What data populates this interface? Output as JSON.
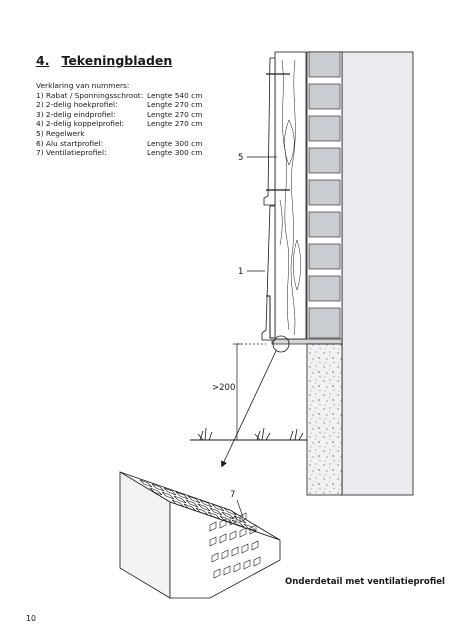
{
  "section": {
    "number": "4.",
    "title": "Tekeningbladen"
  },
  "legend": {
    "intro": "Verklaring van nummers:",
    "items": [
      {
        "label": "1) Rabat / Sponningsschroot:",
        "length": "Lengte 540 cm"
      },
      {
        "label": "2) 2-delig hoekprofiel:",
        "length": "Lengte 270 cm"
      },
      {
        "label": "3) 2-delig eindprofiel:",
        "length": "Lengte 270 cm"
      },
      {
        "label": "4) 2-delig koppelprofiel:",
        "length": "Lengte 270 cm"
      },
      {
        "label": "5) Regelwerk",
        "length": ""
      },
      {
        "label": "6) Alu startprofiel:",
        "length": "Lengte 300 cm"
      },
      {
        "label": "7) Ventilatieprofiel:",
        "length": "Lengte 300 cm"
      }
    ]
  },
  "callouts": {
    "c5": "5",
    "c1": "1",
    "distance": ">200",
    "c7": "7"
  },
  "caption": "Onderdetail met ventilatieprofiel",
  "page_number": "10",
  "colors": {
    "line": "#1a1a1a",
    "brick": "#c9ccd0",
    "wall": "#e9ebee",
    "plinth": "#d3d5d8"
  }
}
